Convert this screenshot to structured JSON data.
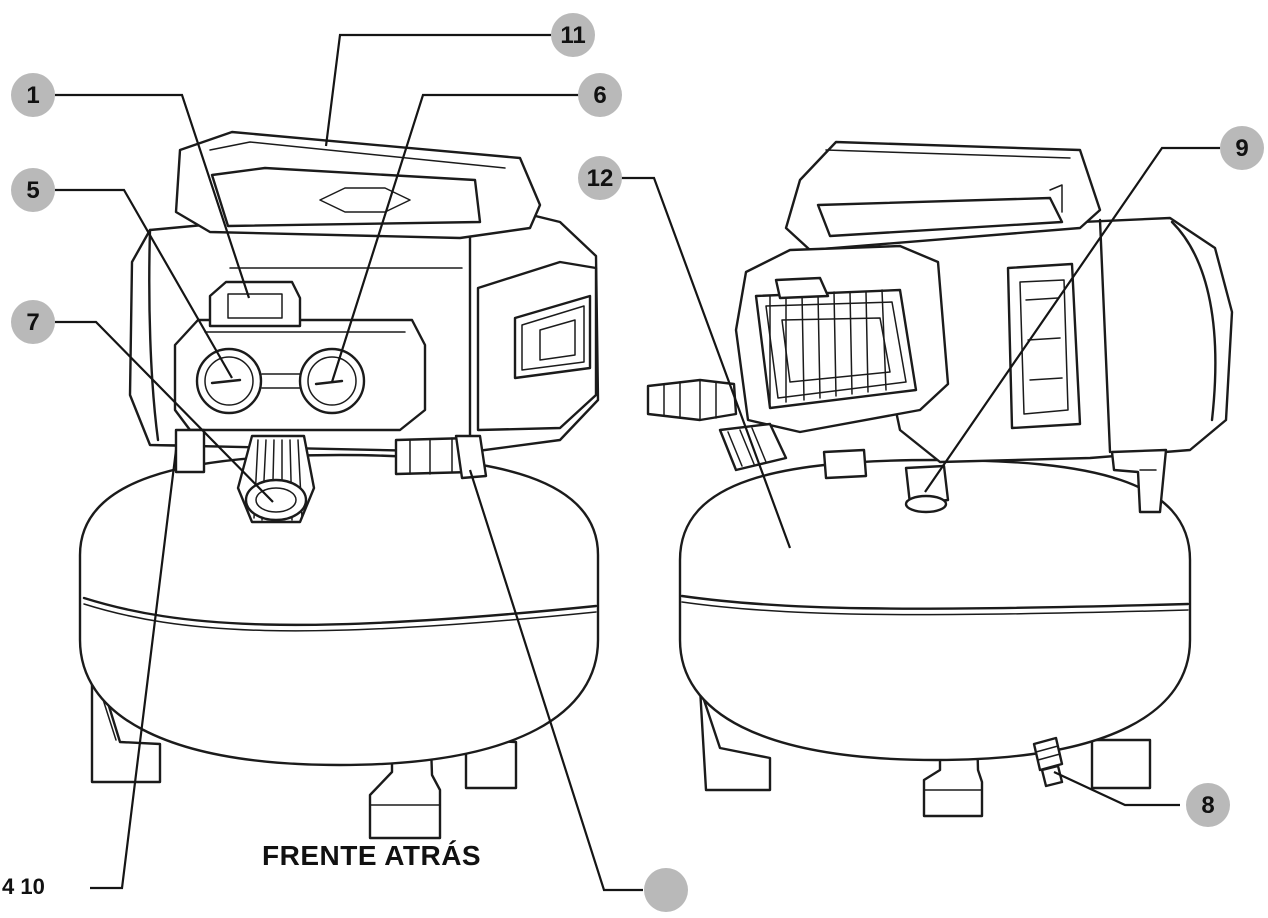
{
  "figure": {
    "caption": "FRENTE ATRÁS",
    "bottom_left_label": "4 10",
    "callouts": [
      "11",
      "1",
      "6",
      "5",
      "7",
      "12",
      "9",
      "8",
      ""
    ],
    "colors": {
      "line": "#1b1b1b",
      "callout_fill": "#b9b9b9",
      "background": "#ffffff"
    }
  }
}
